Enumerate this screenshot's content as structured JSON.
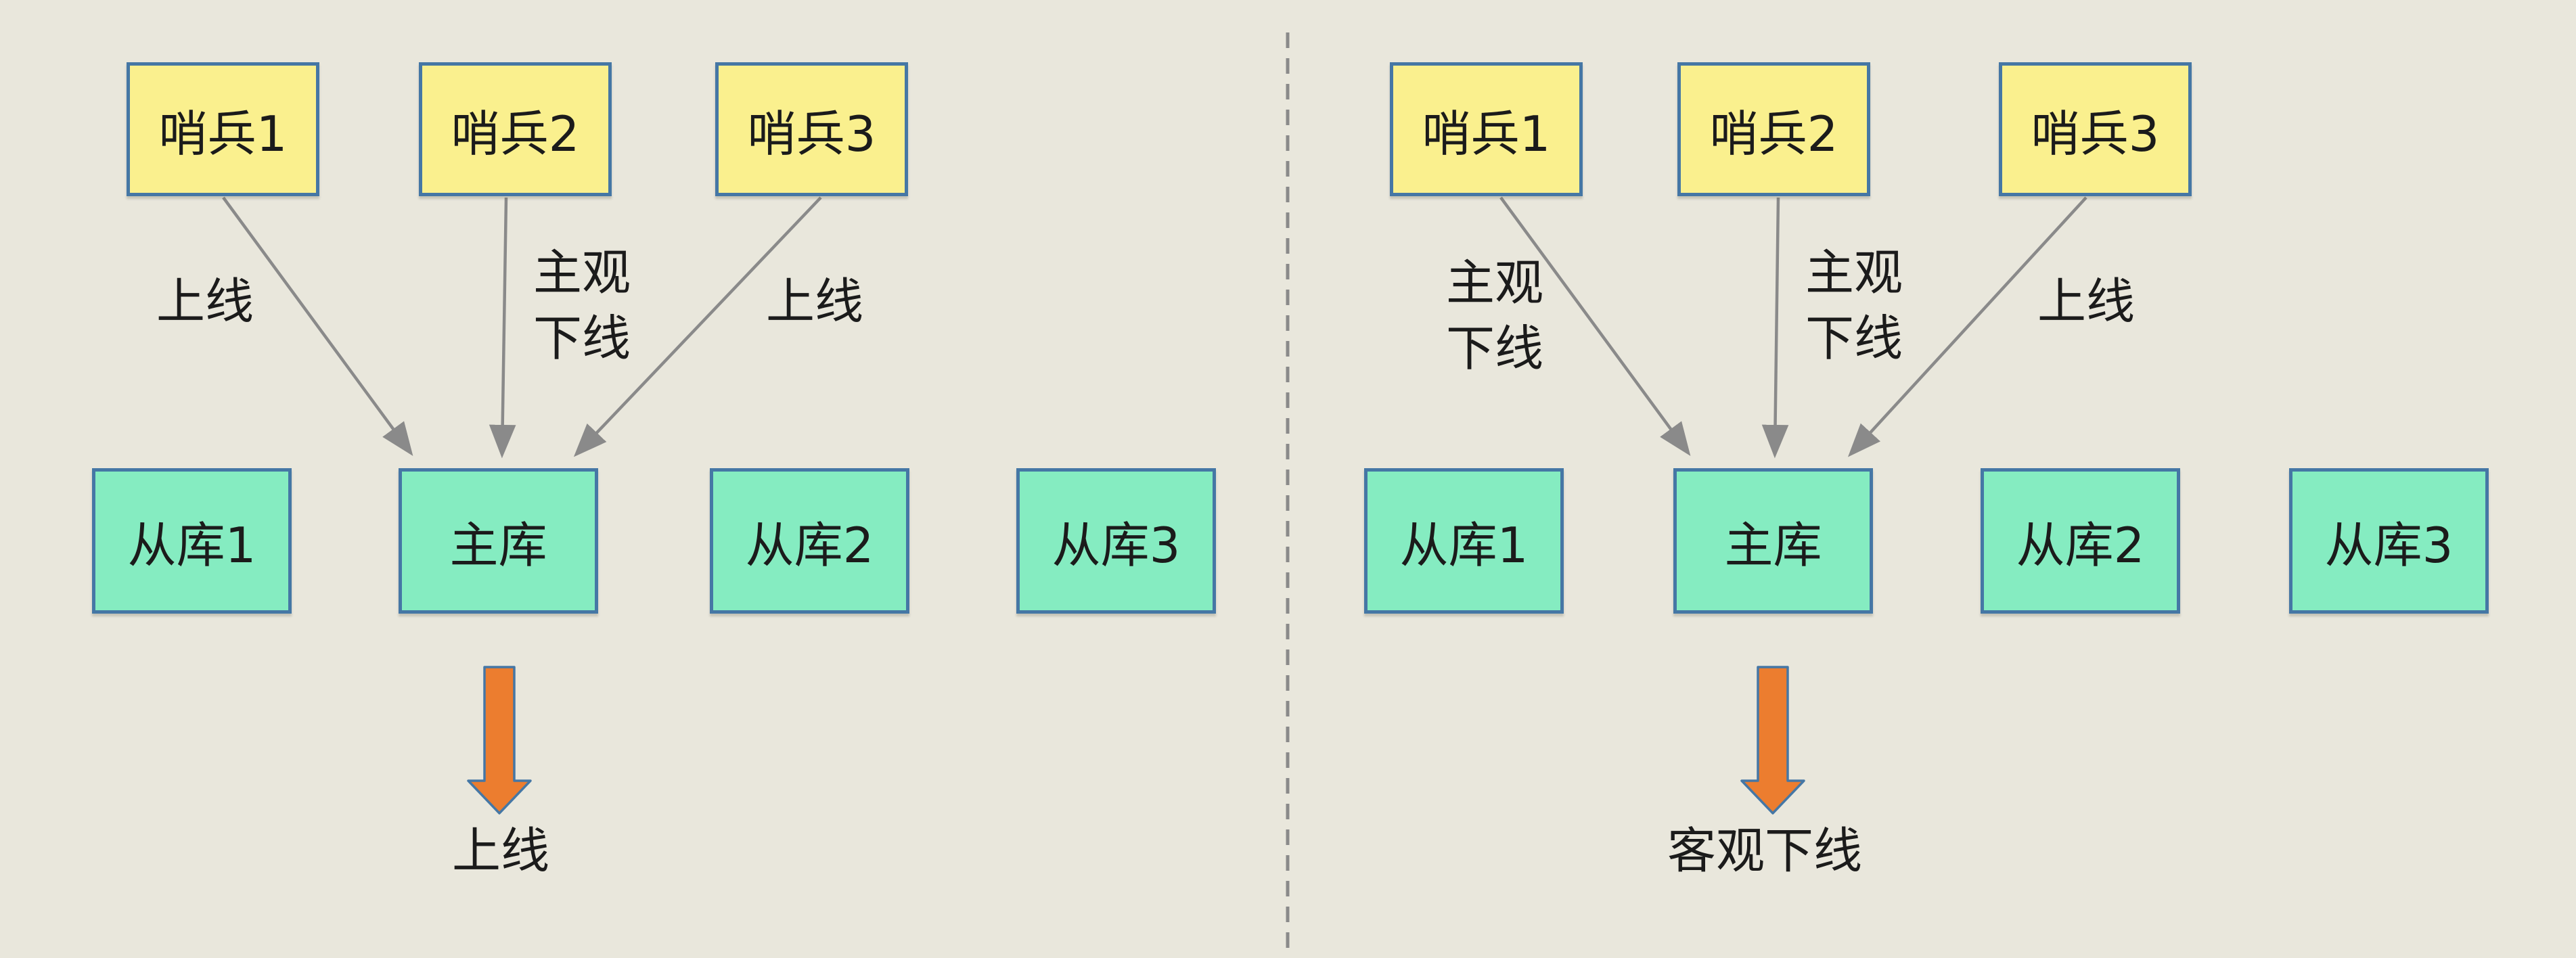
{
  "colors": {
    "background": "#e9e7dc",
    "sentinel_box_fill": "#faf08e",
    "database_box_fill": "#85ecc1",
    "box_border": "#4577a5",
    "connector_arrow_gray": "#8a8a8a",
    "big_arrow_fill": "#ec7d2f",
    "big_arrow_border": "#4577a5",
    "divider_line": "#8a8a8a",
    "text": "#1b1b1b"
  },
  "left": {
    "sentinels": [
      "哨兵1",
      "哨兵2",
      "哨兵3"
    ],
    "edge_labels": [
      "上线",
      "主观\n下线",
      "上线"
    ],
    "databases": [
      "从库1",
      "主库",
      "从库2",
      "从库3"
    ],
    "result_label": "上线"
  },
  "right": {
    "sentinels": [
      "哨兵1",
      "哨兵2",
      "哨兵3"
    ],
    "edge_labels": [
      "主观\n下线",
      "主观\n下线",
      "上线"
    ],
    "databases": [
      "从库1",
      "主库",
      "从库2",
      "从库3"
    ],
    "result_label": "客观下线"
  }
}
